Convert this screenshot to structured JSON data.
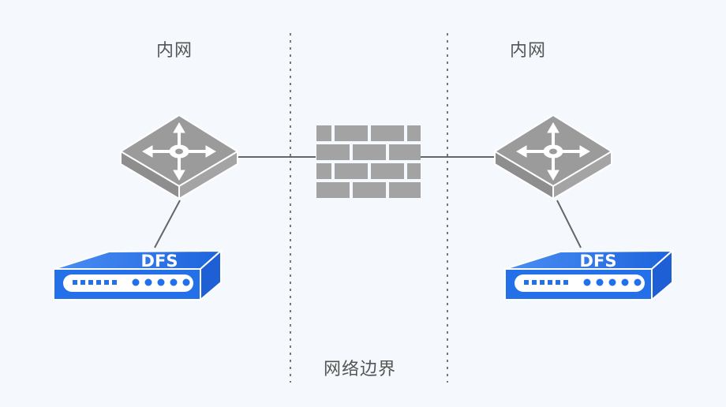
{
  "diagram": {
    "left_zone_label": "内网",
    "right_zone_label": "内网",
    "boundary_label": "网络边界",
    "left_device_label": "DFS",
    "right_device_label": "DFS",
    "nodes": [
      {
        "id": "left-switch",
        "type": "switch-icon"
      },
      {
        "id": "firewall",
        "type": "firewall-icon"
      },
      {
        "id": "right-switch",
        "type": "switch-icon"
      },
      {
        "id": "left-dfs",
        "type": "dfs-appliance-icon"
      },
      {
        "id": "right-dfs",
        "type": "dfs-appliance-icon"
      }
    ],
    "edges": [
      [
        "left-switch",
        "firewall"
      ],
      [
        "firewall",
        "right-switch"
      ],
      [
        "left-switch",
        "left-dfs"
      ],
      [
        "right-switch",
        "right-dfs"
      ]
    ],
    "colors": {
      "background": "#f5f9fd",
      "switch_gray": "#9b9b9b",
      "dfs_blue": "#1f6fe6",
      "line": "#666666"
    }
  }
}
